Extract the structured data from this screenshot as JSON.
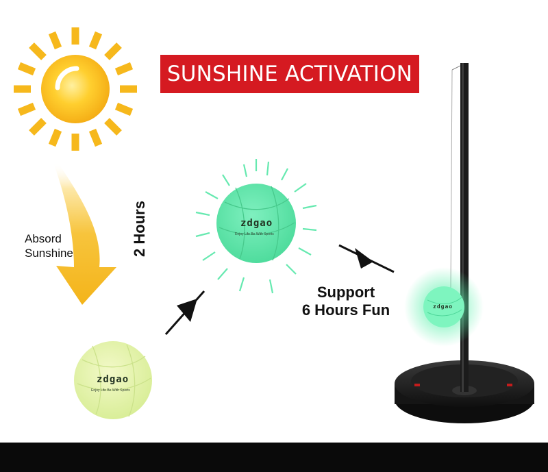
{
  "banner": {
    "title": "SUNSHINE ACTIVATION",
    "color": "#d51a21"
  },
  "labels": {
    "absorb_line1": "Absord",
    "absorb_line2": "Sunshine",
    "duration": "2 Hours",
    "support_line1": "Support",
    "support_line2": "6 Hours Fun"
  },
  "ball_branding": {
    "logo_text": "zdgao",
    "tagline": "Enjoy Life Be With Sports"
  },
  "colors": {
    "sun": "#f6b81c",
    "arrow": "#f0a818",
    "ball_pale": "#e6f3b4",
    "ball_glow": "#5fe5a9",
    "glow_rays": "#66e9b0",
    "stand": "#1b1b1b"
  },
  "icons": [
    "sun-icon",
    "arrow-icon"
  ]
}
